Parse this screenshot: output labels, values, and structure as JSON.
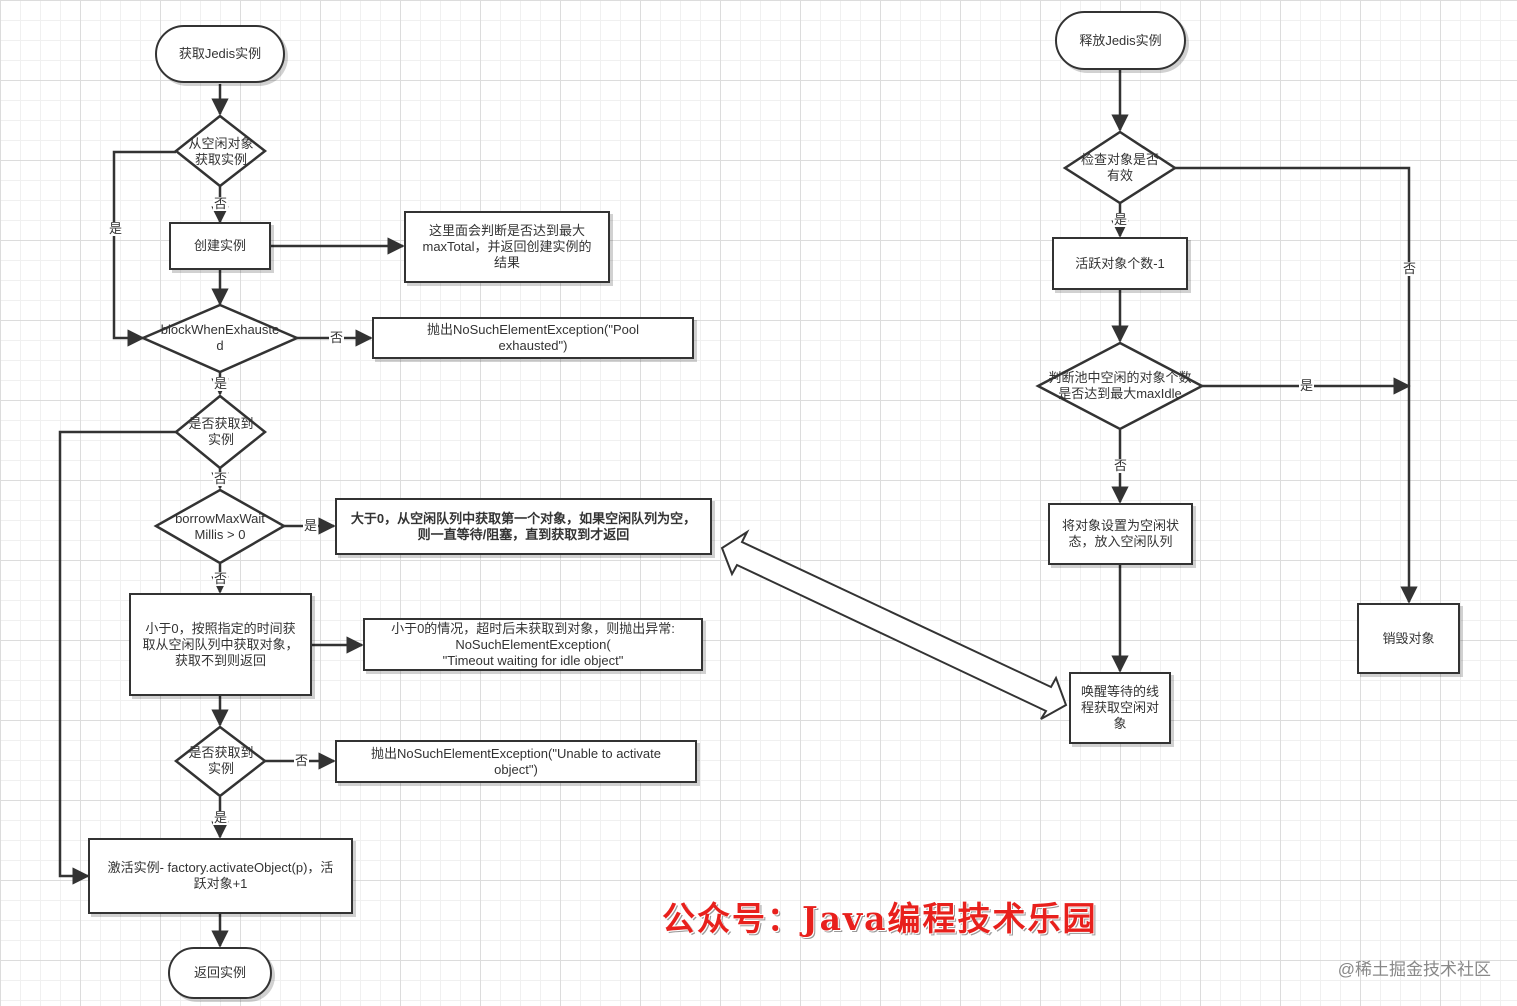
{
  "left_flow": {
    "start": "获取Jedis实例",
    "decision_from_idle": "从空闲对象\n获取实例",
    "create_instance": "创建实例",
    "create_note": "这里面会判断是否达到最大\nmaxTotal，并返回创建实例的\n结果",
    "decision_block": "blockWhenExhauste\nd",
    "pool_exhausted": "抛出NoSuchElementException(\"Pool\nexhausted\")",
    "decision_got_1": "是否获取到\n实例",
    "decision_wait": "borrowMaxWait\nMillis > 0",
    "wait_note": "大于0，从空闲队列中获取第一个对象，如果空闲队列为空，\n则一直等待/阻塞，直到获取到才返回",
    "timed_fetch": "小于0，按照指定的时间获\n取从空闲队列中获取对象，\n获取不到则返回",
    "timeout_note": "小于0的情况，超时后未获取到对象，则抛出异常:\nNoSuchElementException(\n\"Timeout waiting for idle object\"",
    "decision_got_2": "是否获取到\n实例",
    "unable_activate": "抛出NoSuchElementException(\"Unable to activate\nobject\")",
    "activate": "激活实例- factory.activateObject(p)，活\n跃对象+1",
    "end": "返回实例"
  },
  "right_flow": {
    "start": "释放Jedis实例",
    "decision_valid": "检查对象是否\n有效",
    "active_dec": "活跃对象个数-1",
    "decision_maxidle": "判断池中空闲的对象个数\n是否达到最大maxIdle",
    "set_idle": "将对象设置为空闲状\n态，放入空闲队列",
    "wake": "唤醒等待的线\n程获取空闲对\n象",
    "destroy": "销毁对象"
  },
  "edge_labels": {
    "yes": "是",
    "no": "否"
  },
  "watermark": "公众号：Java编程技术乐园",
  "corner_mark": "@稀土掘金技术社区",
  "colors": {
    "stroke": "#333333",
    "watermark": "#e8201c",
    "grid": "#dcdcdc"
  }
}
